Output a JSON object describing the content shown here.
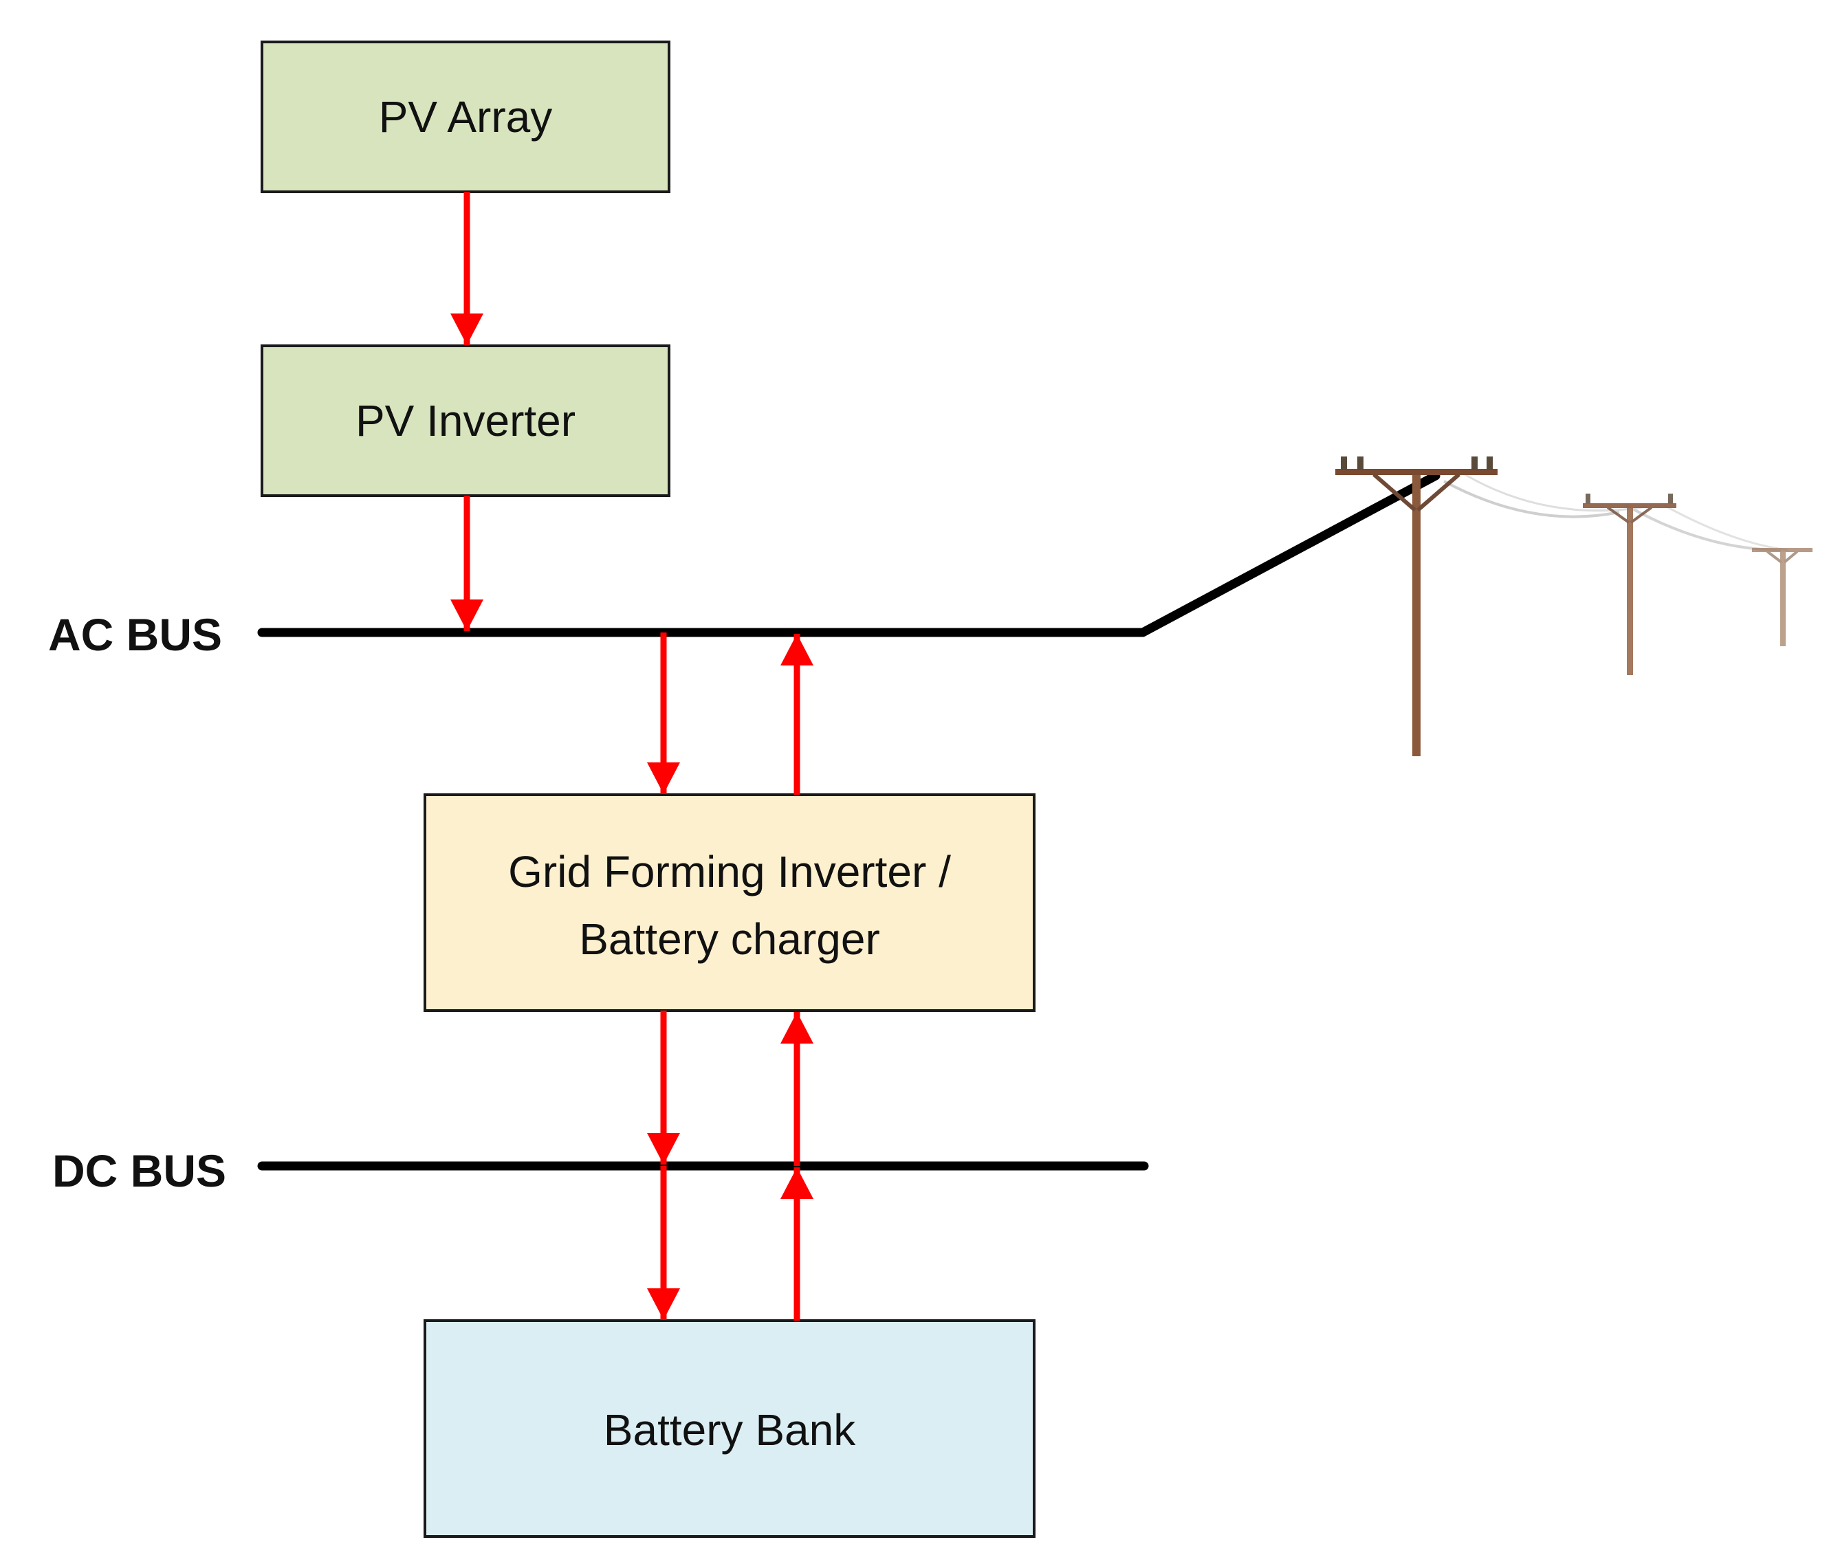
{
  "colors": {
    "pv_box_fill": "#d7e4bd",
    "inverter_box_fill": "#fdf0cf",
    "battery_box_fill": "#dbeef4",
    "box_stroke": "#1a1a1a",
    "bus_line": "#000000",
    "flow_arrow": "#ff0000",
    "pole_wood": "#8b5a3c"
  },
  "boxes": {
    "pv_array": {
      "label": "PV Array"
    },
    "pv_inverter": {
      "label": "PV Inverter"
    },
    "grid_inverter": {
      "line1": "Grid Forming Inverter /",
      "line2": "Battery charger"
    },
    "battery_bank": {
      "label": "Battery Bank"
    }
  },
  "buses": {
    "ac": {
      "label": "AC BUS"
    },
    "dc": {
      "label": "DC BUS"
    }
  },
  "icons": {
    "utility_grid": "power-line-poles-icon"
  }
}
